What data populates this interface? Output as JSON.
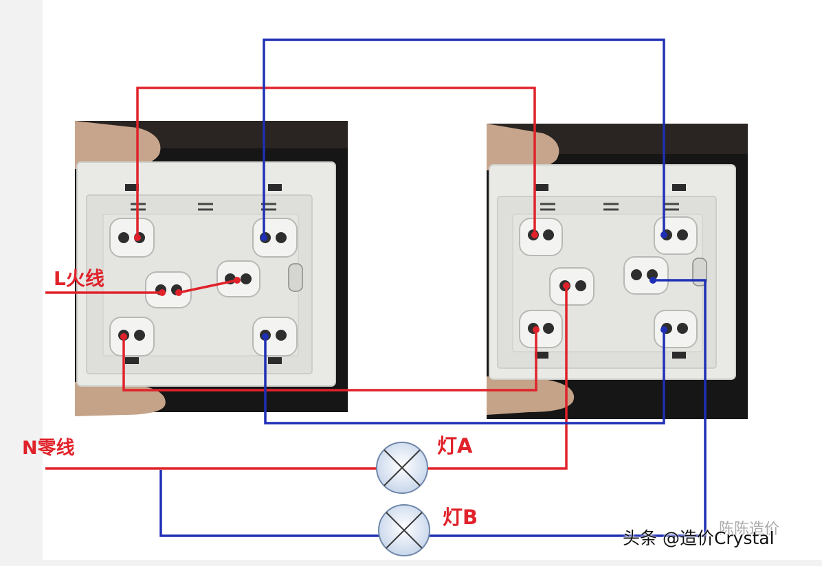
{
  "labels": {
    "live_wire": "L火线",
    "neutral_wire": "N零线",
    "lamp_a": "灯A",
    "lamp_b": "灯B"
  },
  "watermark": {
    "text": "头条 @造价Crystal",
    "faint_text": "陈陈造价"
  },
  "colors": {
    "live": "#e0222a",
    "control": "#1f2fb5",
    "panel": "#e9e9e6",
    "photo_bg": "#151515"
  }
}
